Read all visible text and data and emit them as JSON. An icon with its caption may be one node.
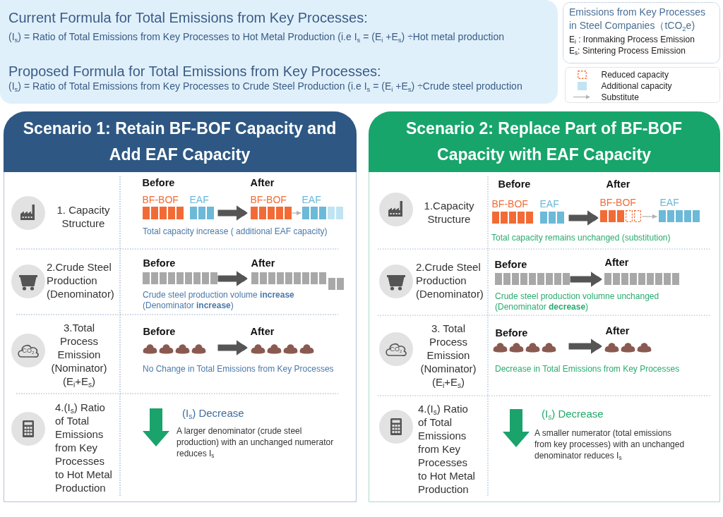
{
  "diagram": {
    "nodes": [
      {
        "text": [
          "Current Formula for Total Emissions from Key Processes:",
          "(I$_{s}$) = Ratio of Total Emissions from Key Processes to Hot Metal Production (i.e I$_{s}$ = (E$_{i}$ +E$_{s}$) ÷Hot metal production",
          "Proposed Formula for Total Emissions from Key Processes:",
          "(I$_{s}$) = Ratio of Total Emissions from Key Processes to Crude Steel Production (i.e I$_{s}$ = (E$_{i}$ +E$_{s}$) ÷Crude steel production"
        ]
      },
      {
        "text": [
          "Emissions from Key Processes in Steel Companies（tCO$_{2}$e)",
          "E$_{i}$ : Ironmaking Process Emission",
          "E$_{s}$: Sintering Process Emission"
        ]
      },
      {
        "text": [
          "Scenario 1: Retain BF-BOF Capacity and Add EAF Capacity"
        ]
      },
      {
        "text": [
          "Before"
        ],
        "in": 2
      },
      {
        "text": [
          "BF-BOF"
        ],
        "in": 3
      },
      {
        "text": [
          "EAF"
        ],
        "in": 3
      },
      {
        "text": [
          "After"
        ],
        "in": 2
      },
      {
        "text": [
          "BF-BOF"
        ],
        "in": 6
      },
      {
        "text": [
          "EAF"
        ],
        "in": 6
      },
      {
        "text": [
          "Before"
        ],
        "in": 2
      },
      {
        "text": [
          "After"
        ],
        "in": 2
      },
      {
        "text": [
          "Before"
        ],
        "in": 2
      },
      {
        "text": [
          "After"
        ],
        "in": 2
      },
      {
        "text": [
          "Scenario 2: Replace Part of BF-BOF Capacity with EAF Capacity"
        ]
      },
      {
        "text": [
          "Before"
        ],
        "in": 13
      },
      {
        "text": [
          "BF-BOF"
        ],
        "in": 14
      },
      {
        "text": [
          "EAF"
        ],
        "in": 14
      },
      {
        "text": [
          "After"
        ],
        "in": 13
      },
      {
        "text": [
          "BF-BOF"
        ],
        "in": 17
      },
      {
        "text": [
          "EAF"
        ],
        "in": 17
      },
      {
        "text": [
          "Before"
        ],
        "in": 13
      },
      {
        "text": [
          "After"
        ],
        "in": 13
      },
      {
        "text": [
          "Before"
        ],
        "in": 13
      },
      {
        "text": [
          "After"
        ],
        "in": 13
      }
    ],
    "edges": [
      {
        "from": 3,
        "to": 6,
        "arrow": "to"
      },
      {
        "from": 7,
        "to": 8,
        "arrow": "to",
        "color": "#b3b3b3"
      },
      {
        "from": 9,
        "to": 10,
        "arrow": "to"
      },
      {
        "from": 11,
        "to": 12,
        "arrow": "to"
      },
      {
        "from": 14,
        "to": 17,
        "arrow": "to"
      },
      {
        "from": 18,
        "to": 19,
        "arrow": "to",
        "color": "#b3b3b3"
      },
      {
        "from": 20,
        "to": 21,
        "arrow": "to"
      },
      {
        "from": 22,
        "to": 23,
        "arrow": "to"
      }
    ],
    "labels": [
      "1. Capacity Structure",
      "Total capacity increase ( additional EAF capacity)",
      "2.Crude Steel Production (Denominator)",
      "Crude steel production volume **increase** (Denominator **increase**)",
      "CO$_{2}$",
      "3.Total Process Emission (Nominator) (E$_{i}$+E$_{s}$)",
      "No Change in Total Emissions from Key Processes",
      "4.(I$_{s}$) Ratio of Total Emissions from Key Processes to Hot Metal Production",
      "(I$_{s}$) Decrease",
      "A larger denominator (crude steel production) with an unchanged numerator reduces I$_{s}$",
      "1.Capacity Structure",
      "Total capacity remains unchanged (substitution)",
      "2.Crude Steel Production (Denominator)",
      "Crude steel production volumne unchanged (Denominator **decrease**)",
      "CO$_{2}$",
      "3. Total Process Emission (Nominator) (E$_{i}$+E$_{s}$)",
      "Decrease in Total Emissions from Key Processes",
      "4.(I$_{s}$) Ratio of Total Emissions from Key Processes to Hot Metal Production",
      "(I$_{s}$) Decrease",
      "A smaller numerator (total emissions from key processes) with an unchanged denominator reduces I$_{s}$"
    ],
    "legend": [
      {
        "text": "Reduced capacity"
      },
      {
        "text": "Additional capacity",
        "color": "#c0e4f3"
      },
      {
        "text": "Substitute"
      }
    ]
  }
}
